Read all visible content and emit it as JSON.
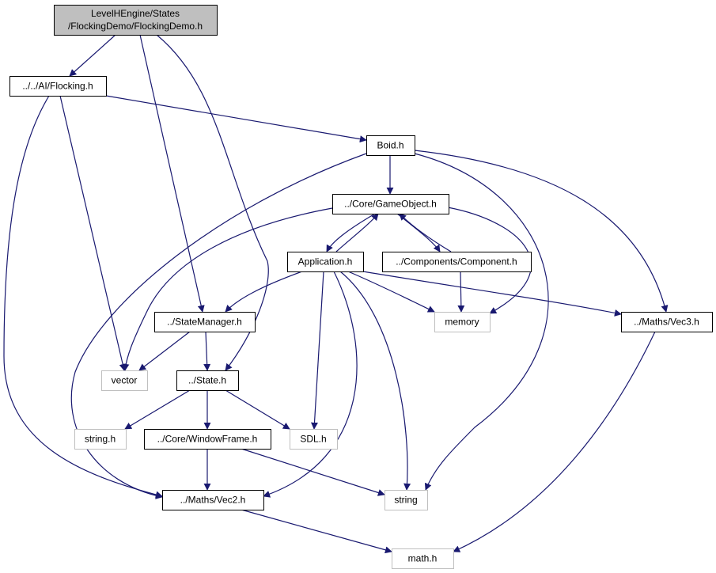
{
  "colors": {
    "edge": "#191970",
    "root_fill": "#bfbfbf",
    "node_fill": "#ffffff",
    "node_border": "#000000",
    "system_border": "#bfbfbf"
  },
  "nodes": [
    {
      "id": "root",
      "kind": "root",
      "lines": [
        "LevelHEngine/States",
        "/FlockingDemo/FlockingDemo.h"
      ]
    },
    {
      "id": "flocking",
      "kind": "local",
      "lines": [
        "../../AI/Flocking.h"
      ]
    },
    {
      "id": "boid",
      "kind": "local",
      "lines": [
        "Boid.h"
      ]
    },
    {
      "id": "gameobject",
      "kind": "local",
      "lines": [
        "../Core/GameObject.h"
      ]
    },
    {
      "id": "application",
      "kind": "local",
      "lines": [
        "Application.h"
      ]
    },
    {
      "id": "component",
      "kind": "local",
      "lines": [
        "../Components/Component.h"
      ]
    },
    {
      "id": "memory",
      "kind": "system",
      "lines": [
        "memory"
      ]
    },
    {
      "id": "vec3",
      "kind": "local",
      "lines": [
        "../Maths/Vec3.h"
      ]
    },
    {
      "id": "statemanager",
      "kind": "local",
      "lines": [
        "../StateManager.h"
      ]
    },
    {
      "id": "vector",
      "kind": "system",
      "lines": [
        "vector"
      ]
    },
    {
      "id": "state",
      "kind": "local",
      "lines": [
        "../State.h"
      ]
    },
    {
      "id": "stringh",
      "kind": "system",
      "lines": [
        "string.h"
      ]
    },
    {
      "id": "windowframe",
      "kind": "local",
      "lines": [
        "../Core/WindowFrame.h"
      ]
    },
    {
      "id": "sdl",
      "kind": "system",
      "lines": [
        "SDL.h"
      ]
    },
    {
      "id": "vec2",
      "kind": "local",
      "lines": [
        "../Maths/Vec2.h"
      ]
    },
    {
      "id": "string",
      "kind": "system",
      "lines": [
        "string"
      ]
    },
    {
      "id": "mathh",
      "kind": "system",
      "lines": [
        "math.h"
      ]
    }
  ],
  "edges": [
    {
      "from": "root",
      "to": "flocking"
    },
    {
      "from": "root",
      "to": "statemanager"
    },
    {
      "from": "root",
      "to": "state"
    },
    {
      "from": "flocking",
      "to": "boid"
    },
    {
      "from": "flocking",
      "to": "vector"
    },
    {
      "from": "flocking",
      "to": "vec2"
    },
    {
      "from": "boid",
      "to": "gameobject"
    },
    {
      "from": "boid",
      "to": "vec3"
    },
    {
      "from": "boid",
      "to": "vec2"
    },
    {
      "from": "boid",
      "to": "string"
    },
    {
      "from": "gameobject",
      "to": "application"
    },
    {
      "from": "gameobject",
      "to": "component"
    },
    {
      "from": "gameobject",
      "to": "memory"
    },
    {
      "from": "gameobject",
      "to": "vector"
    },
    {
      "from": "application",
      "to": "gameobject"
    },
    {
      "from": "application",
      "to": "statemanager"
    },
    {
      "from": "application",
      "to": "memory"
    },
    {
      "from": "application",
      "to": "vec3"
    },
    {
      "from": "application",
      "to": "sdl"
    },
    {
      "from": "application",
      "to": "string"
    },
    {
      "from": "application",
      "to": "vec2"
    },
    {
      "from": "component",
      "to": "gameobject"
    },
    {
      "from": "component",
      "to": "memory"
    },
    {
      "from": "statemanager",
      "to": "vector"
    },
    {
      "from": "statemanager",
      "to": "state"
    },
    {
      "from": "state",
      "to": "stringh"
    },
    {
      "from": "state",
      "to": "windowframe"
    },
    {
      "from": "state",
      "to": "sdl"
    },
    {
      "from": "windowframe",
      "to": "vec2"
    },
    {
      "from": "windowframe",
      "to": "string"
    },
    {
      "from": "vec2",
      "to": "mathh"
    },
    {
      "from": "vec3",
      "to": "mathh"
    }
  ]
}
